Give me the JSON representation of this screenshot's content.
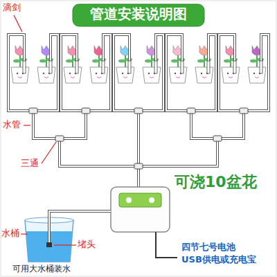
{
  "diagram": {
    "title": "管道安装说明图",
    "labels": [
      "滴剑",
      "水管",
      "三通",
      "可浇10盆花",
      "水桶",
      "堵头",
      "可用大水桶装水",
      "四节七号电池",
      "USB供电或充电宝"
    ]
  }
}
